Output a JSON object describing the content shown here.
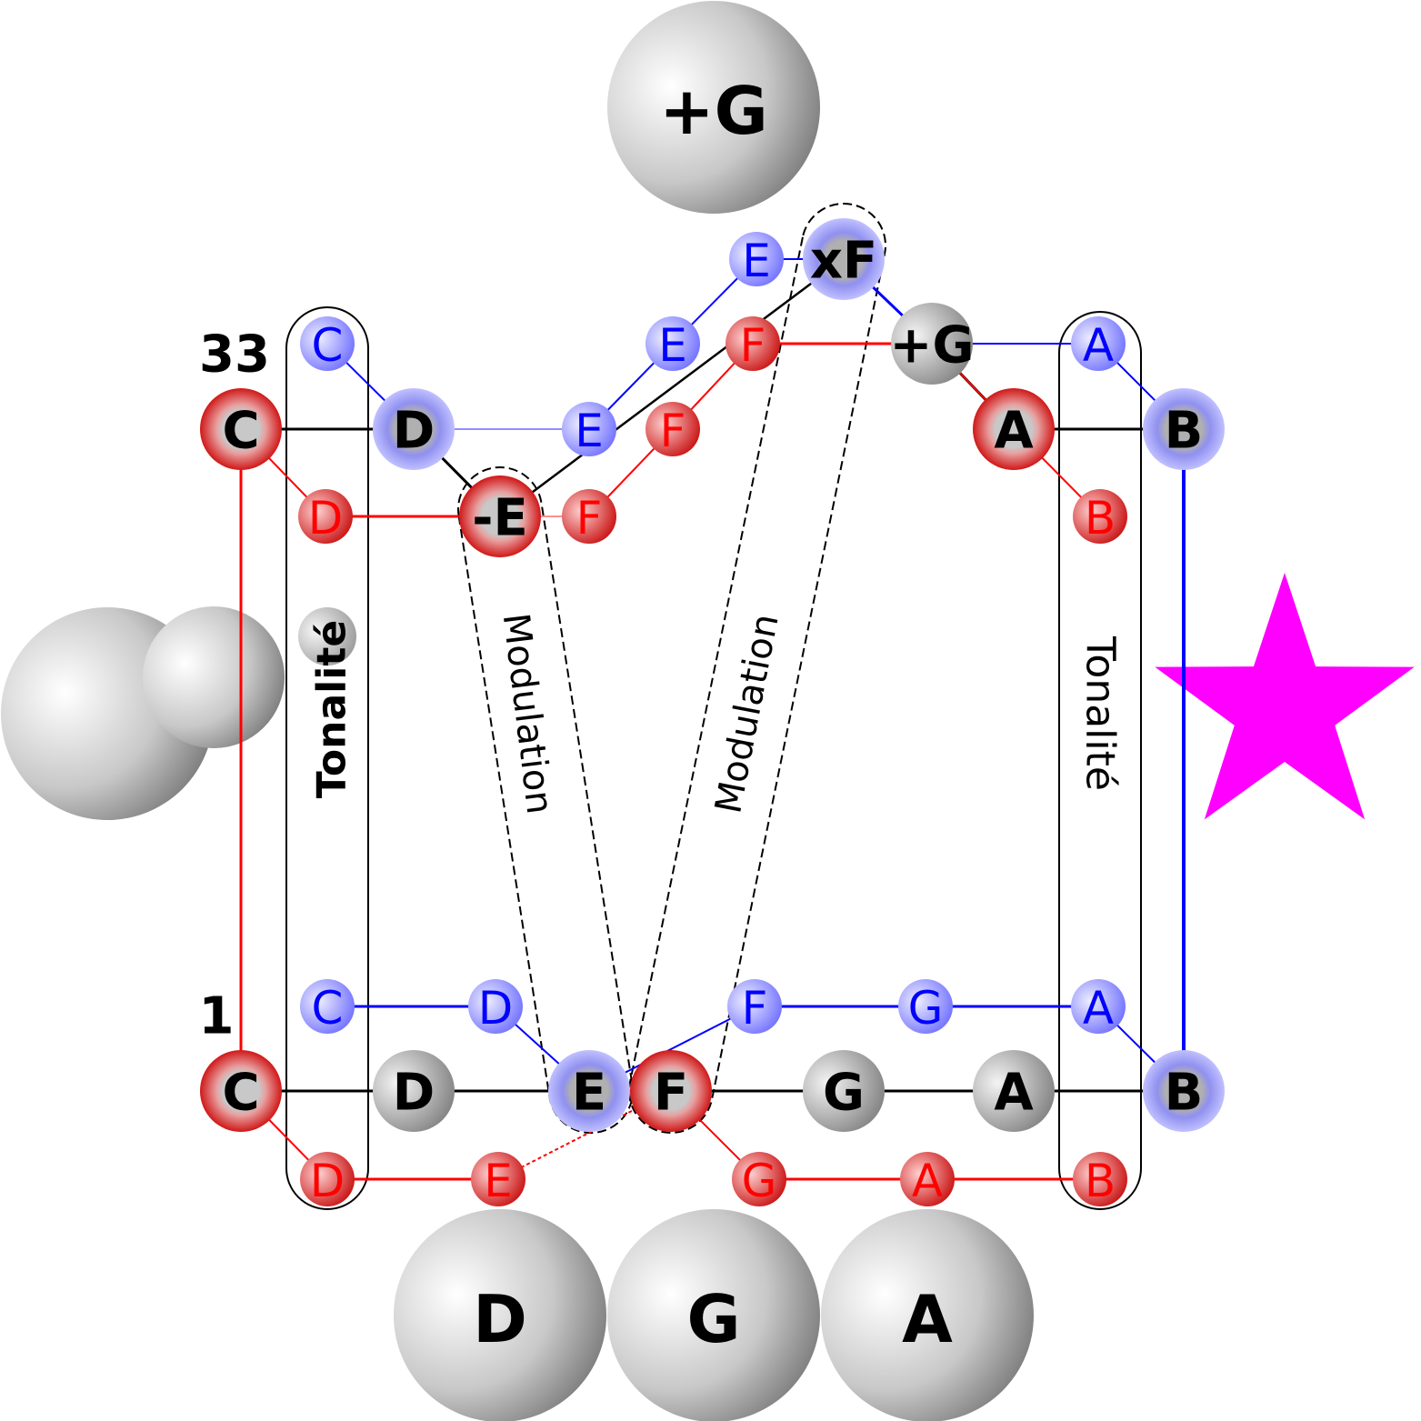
{
  "measure_numbers": {
    "top": "33",
    "bottom": "1"
  },
  "tonalite_labels": {
    "left": "Tonalité",
    "right": "Tonalité"
  },
  "modulation_labels": [
    "Modulation",
    "Modulation"
  ],
  "big_notes": {
    "top": "+G",
    "bottom": [
      "D",
      "G",
      "A"
    ],
    "left": [
      "",
      ""
    ]
  },
  "top_system": {
    "black_row": [
      "C",
      "D",
      "E",
      "F",
      "A",
      "B"
    ],
    "upper_row": [
      "C",
      "E",
      "F",
      "+G",
      "A"
    ],
    "lower_row": [
      "D",
      "-E",
      "F",
      "B"
    ],
    "top_row": [
      "E",
      "xF"
    ]
  },
  "bottom_system": {
    "blue_row": [
      "C",
      "D",
      "F",
      "G",
      "A"
    ],
    "black_row": [
      "C",
      "D",
      "E",
      "F",
      "G",
      "A",
      "B"
    ],
    "red_row": [
      "D",
      "E",
      "G",
      "A",
      "B"
    ]
  },
  "colors": {
    "red": "#ff0000",
    "blue": "#0000ff",
    "star": "#ff00ff"
  }
}
